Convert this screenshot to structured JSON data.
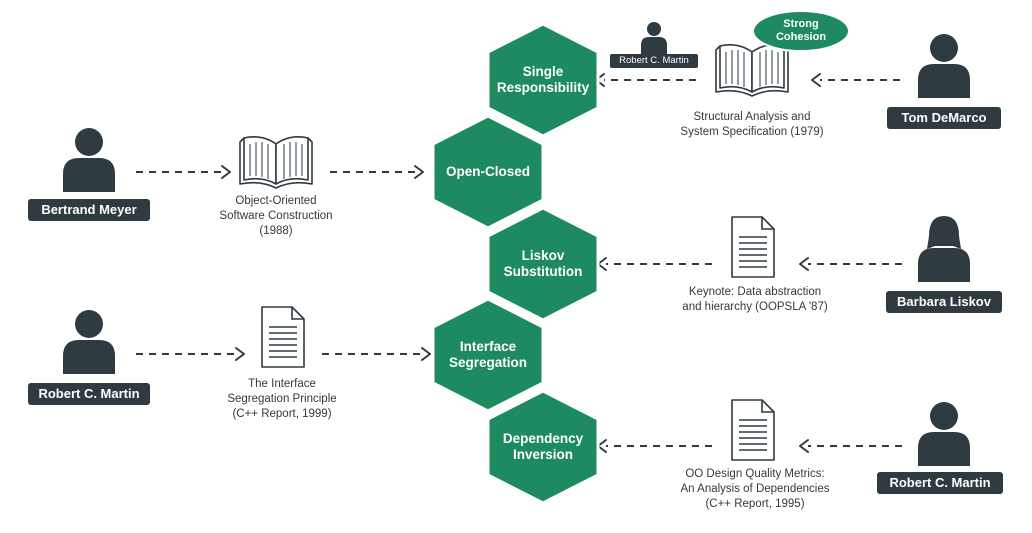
{
  "colors": {
    "hexagon": "#1e8a5f",
    "hexagon_edge": "#ffffff",
    "person": "#2f3a41",
    "name_box": "#2f3a41",
    "arrow": "#333a40",
    "cohesion_bubble": "#1e8a5f"
  },
  "principles": [
    {
      "id": "single-responsibility",
      "line1": "Single",
      "line2": "Responsibility"
    },
    {
      "id": "open-closed",
      "line1": "Open-Closed",
      "line2": ""
    },
    {
      "id": "liskov-substitution",
      "line1": "Liskov",
      "line2": "Substitution"
    },
    {
      "id": "interface-segregation",
      "line1": "Interface",
      "line2": "Segregation"
    },
    {
      "id": "dependency-inversion",
      "line1": "Dependency",
      "line2": "Inversion"
    }
  ],
  "people": {
    "bertrand_meyer": "Bertrand Meyer",
    "robert_martin_left": "Robert C. Martin",
    "tom_demarco": "Tom DeMarco",
    "barbara_liskov": "Barbara Liskov",
    "robert_martin_right": "Robert C. Martin",
    "robert_martin_small": "Robert C. Martin"
  },
  "publications": {
    "oosc": {
      "line1": "Object-Oriented",
      "line2": "Software Construction",
      "line3": "(1988)",
      "icon": "open-book-icon"
    },
    "isp": {
      "line1": "The Interface",
      "line2": "Segregation Principle",
      "line3": "(C++ Report, 1999)",
      "icon": "document-icon"
    },
    "structured": {
      "line1": "Structural Analysis and",
      "line2": "System Specification (1979)",
      "icon": "open-book-icon"
    },
    "keynote": {
      "line1": "Keynote: Data abstraction",
      "line2": "and hierarchy (OOPSLA '87)",
      "icon": "document-icon"
    },
    "oodqm": {
      "line1": "OO Design Quality Metrics:",
      "line2": "An Analysis of Dependencies",
      "line3": "(C++ Report, 1995)",
      "icon": "document-icon"
    }
  },
  "strong_cohesion": {
    "line1": "Strong",
    "line2": "Cohesion"
  }
}
